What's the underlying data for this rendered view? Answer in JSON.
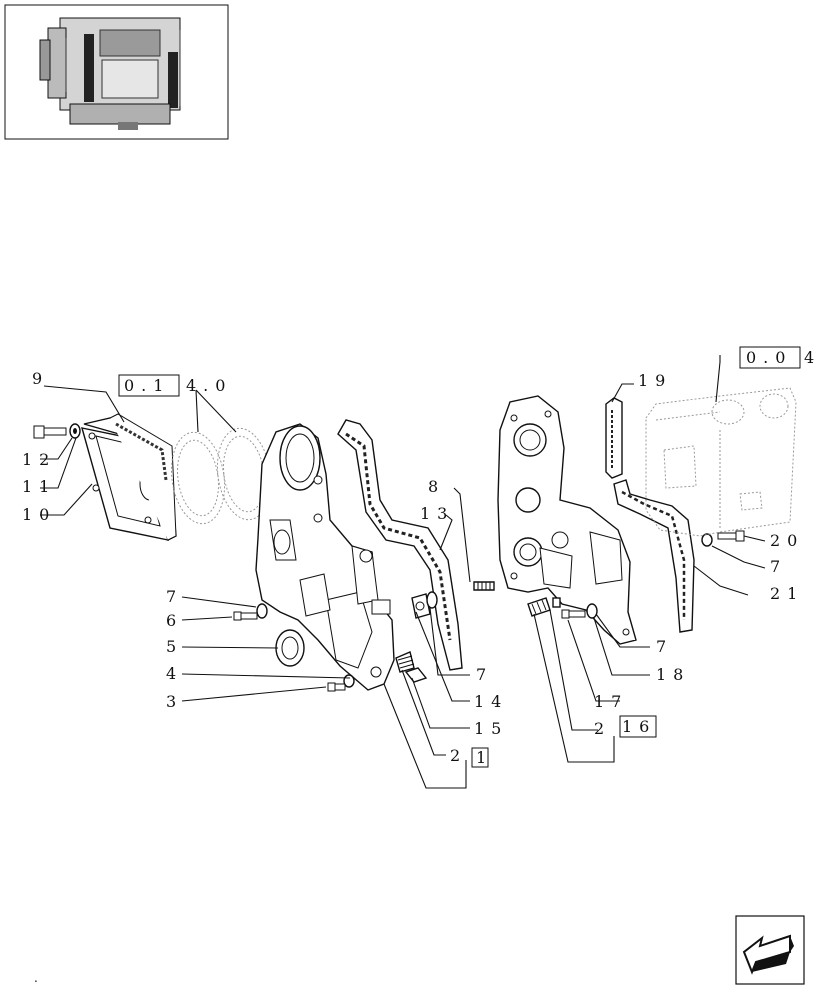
{
  "labels": {
    "l1": "1",
    "l2a": "2",
    "l2b": "2",
    "l3": "3",
    "l4": "4",
    "l5": "5",
    "l6": "6",
    "l7a": "7",
    "l7b": "7",
    "l7c": "7",
    "l7d": "7",
    "l8": "8",
    "l9": "9",
    "l10": "10",
    "l11": "11",
    "l12": "12",
    "l13": "13",
    "l14": "14",
    "l15": "15",
    "l16": "16",
    "l17": "17",
    "l18": "18",
    "l19": "19",
    "l20": "20",
    "l21": "21"
  },
  "refs": {
    "ref1_box": "0.1",
    "ref1_rest": "4.0",
    "ref2_box": "0.0",
    "ref2_rest": "4",
    "box1": "1"
  },
  "footer_mark": "."
}
